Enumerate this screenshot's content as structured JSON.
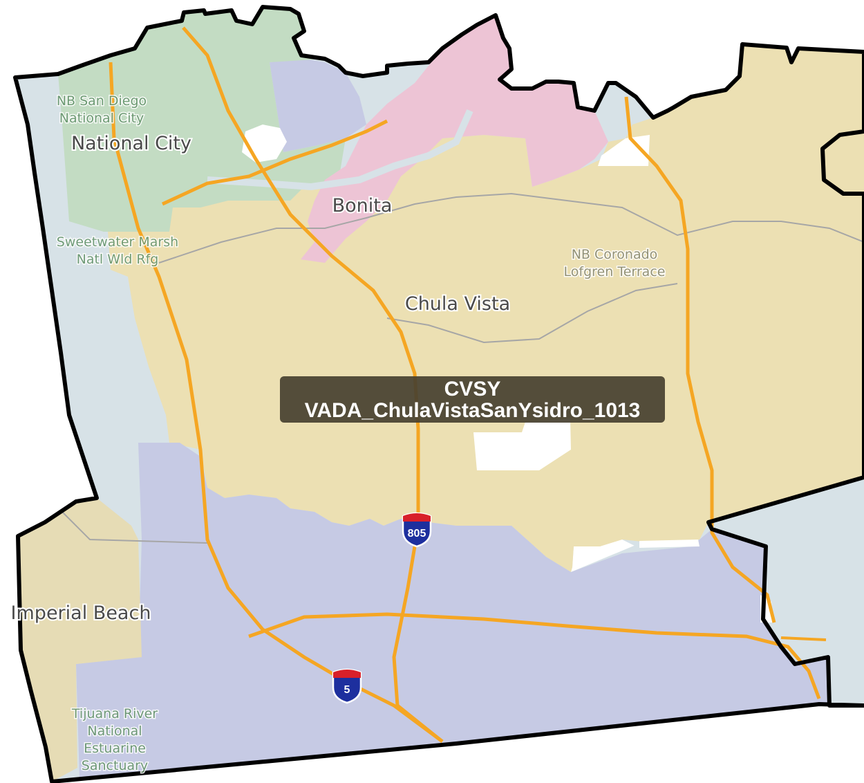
{
  "map": {
    "district_label": {
      "code": "CVSY",
      "name": "VADA_ChulaVistaSanYsidro_1013"
    },
    "places": {
      "national_city": "National City",
      "bonita": "Bonita",
      "chula_vista": "Chula Vista",
      "imperial_beach": "Imperial Beach"
    },
    "minor_places": {
      "nb_san_diego_line1": "NB San Diego",
      "nb_san_diego_line2": "National City",
      "sweetwater_line1": "Sweetwater Marsh",
      "sweetwater_line2": "Natl Wld Rfg",
      "nb_coronado_line1": "NB Coronado",
      "nb_coronado_line2": "Lofgren Terrace",
      "tijuana_line1": "Tijuana River",
      "tijuana_line2": "National",
      "tijuana_line3": "Estuarine",
      "tijuana_line4": "Sanctuary"
    },
    "shields": {
      "i805": "805",
      "i5": "5"
    },
    "colors": {
      "chula_vista_fill": "#ece0b3",
      "san_ysidro_fill": "#c6cae4",
      "national_city_fill": "#c3dcc3",
      "bonita_fill": "#edc4d5",
      "water_fill": "#d7e2e7",
      "highway": "#f5a623",
      "boundary": "#000000",
      "label_box": "#464030"
    }
  }
}
